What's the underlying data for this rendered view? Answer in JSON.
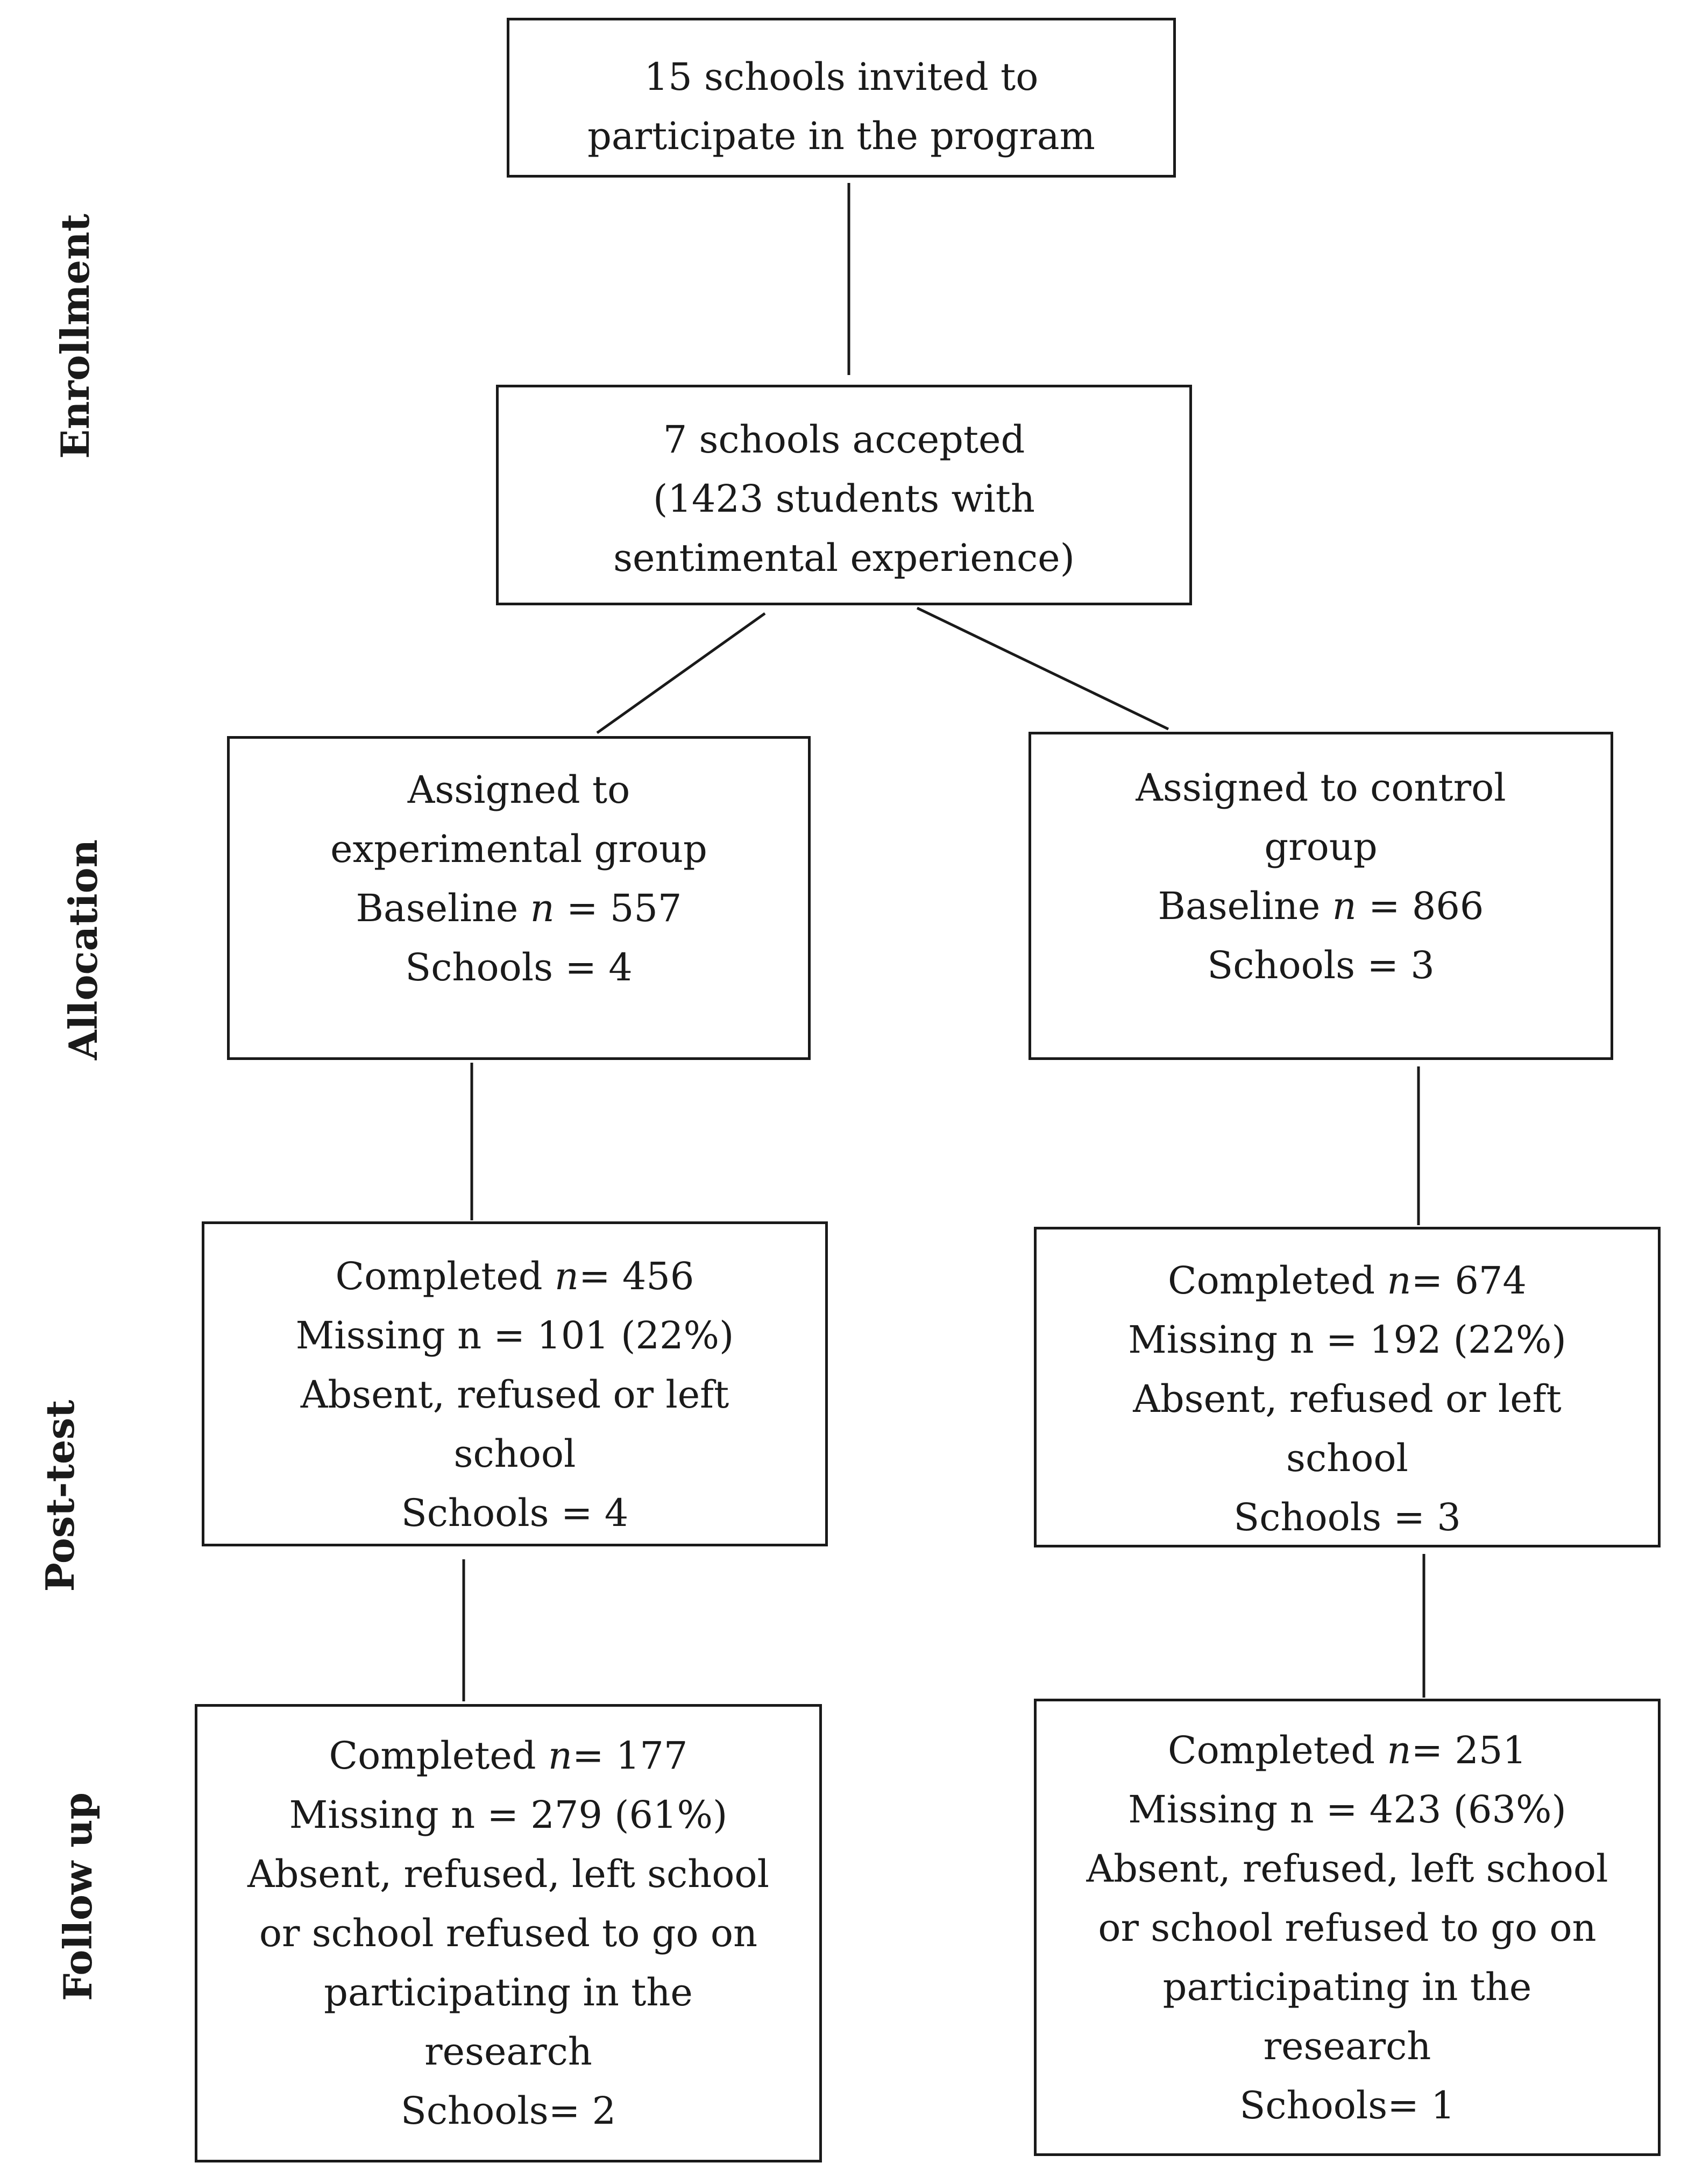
{
  "stages": {
    "enrollment": "Enrollment",
    "allocation": "Allocation",
    "posttest": "Post-test",
    "followup": "Follow up"
  },
  "enrollment": {
    "invited": {
      "line1": "15 schools invited to",
      "line2": "participate in the program"
    },
    "accepted": {
      "line1": "7 schools accepted",
      "line2": "(1423 students with",
      "line3": "sentimental experience)"
    }
  },
  "allocation": {
    "experimental": {
      "line1": "Assigned to",
      "line2": "experimental group",
      "baseline_prefix": "Baseline ",
      "baseline_n": "n",
      "baseline_value": " = 557",
      "schools": "Schools = 4"
    },
    "control": {
      "line1": "Assigned to control",
      "line2": "group",
      "baseline_prefix": "Baseline ",
      "baseline_n": "n",
      "baseline_value": " = 866",
      "schools": "Schools = 3"
    }
  },
  "posttest": {
    "experimental": {
      "completed_prefix": "Completed ",
      "completed_n": "n",
      "completed_value": "= 456",
      "missing": "Missing n = 101 (22%)",
      "reason_line1": "Absent, refused or left",
      "reason_line2": "school",
      "schools": "Schools = 4"
    },
    "control": {
      "completed_prefix": "Completed ",
      "completed_n": "n",
      "completed_value": "= 674",
      "missing": "Missing n = 192 (22%)",
      "reason_line1": "Absent, refused or left",
      "reason_line2": "school",
      "schools": "Schools = 3"
    }
  },
  "followup": {
    "experimental": {
      "completed_prefix": "Completed ",
      "completed_n": "n",
      "completed_value": "= 177",
      "missing": "Missing n = 279 (61%)",
      "reason_line1": "Absent, refused, left school",
      "reason_line2": "or school refused to go on",
      "reason_line3": "participating in the",
      "reason_line4": "research",
      "schools": "Schools= 2"
    },
    "control": {
      "completed_prefix": "Completed ",
      "completed_n": "n",
      "completed_value": "= 251",
      "missing": "Missing n = 423 (63%)",
      "reason_line1": "Absent, refused, left school",
      "reason_line2": "or school refused to go on",
      "reason_line3": "participating in the",
      "reason_line4": "research",
      "schools": "Schools= 1"
    }
  },
  "colors": {
    "stroke": "#1a1a1a",
    "background": "#ffffff"
  }
}
